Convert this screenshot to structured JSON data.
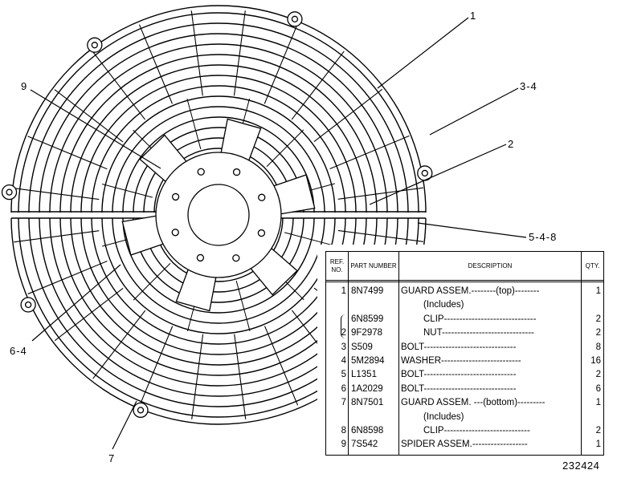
{
  "callouts": {
    "c1": "1",
    "c34": "3-4",
    "c2": "2",
    "c9": "9",
    "c548": "5-4-8",
    "c64": "6-4",
    "c7": "7"
  },
  "table": {
    "headers": {
      "ref": "REF. NO.",
      "part": "PART NUMBER",
      "desc": "DESCRIPTION",
      "qty": "QTY."
    },
    "rows": [
      {
        "ref": "1",
        "part": "8N7499",
        "desc": "GUARD ASSEM.--------(top)--------",
        "qty": "1"
      },
      {
        "ref": "",
        "part": "",
        "desc": "(Includes)",
        "qty": ""
      },
      {
        "ref": "",
        "part": "6N8599",
        "desc": "CLIP------------------------------",
        "qty": "2"
      },
      {
        "ref": "2",
        "part": "9F2978",
        "desc": "NUT------------------------------",
        "qty": "2"
      },
      {
        "ref": "3",
        "part": "S509",
        "desc": "BOLT------------------------------",
        "qty": "8"
      },
      {
        "ref": "4",
        "part": "5M2894",
        "desc": "WASHER--------------------------",
        "qty": "16"
      },
      {
        "ref": "5",
        "part": "L1351",
        "desc": "BOLT------------------------------",
        "qty": "2"
      },
      {
        "ref": "6",
        "part": "1A2029",
        "desc": "BOLT------------------------------",
        "qty": "6"
      },
      {
        "ref": "7",
        "part": "8N7501",
        "desc": "GUARD ASSEM. ---(bottom)---------",
        "qty": "1"
      },
      {
        "ref": "",
        "part": "",
        "desc": "(Includes)",
        "qty": ""
      },
      {
        "ref": "8",
        "part": "6N8598",
        "desc": "CLIP----------------------------",
        "qty": "2"
      },
      {
        "ref": "9",
        "part": "7S542",
        "desc": "SPIDER ASSEM.------------------",
        "qty": "1"
      }
    ]
  },
  "figure_number": "232424"
}
